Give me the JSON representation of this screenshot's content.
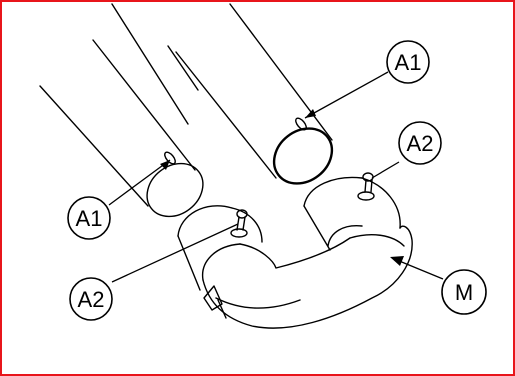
{
  "callouts": {
    "a1_upper": "A1",
    "a1_lower": "A1",
    "a2_right": "A2",
    "a2_left": "A2",
    "m": "M"
  },
  "colors": {
    "frame": "#e8151b",
    "line": "#000000",
    "background": "#ffffff"
  }
}
